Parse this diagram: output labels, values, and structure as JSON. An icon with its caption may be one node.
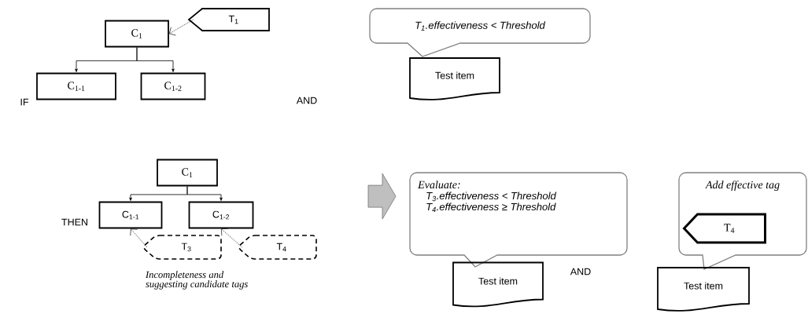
{
  "diagram": {
    "nodes": [
      {
        "text": [
          "C$_{1}$"
        ]
      },
      {
        "text": [
          "T$_{1}$"
        ]
      },
      {
        "text": [
          "C$_{1-1}$"
        ]
      },
      {
        "text": [
          "C$_{1-2}$"
        ]
      },
      {
        "text": [
          "T$_{1}$.effectiveness < Threshold"
        ]
      },
      {
        "text": [
          "Test item"
        ]
      },
      {
        "text": [
          "C$_{1}$"
        ]
      },
      {
        "text": [
          "C$_{1-1}$"
        ]
      },
      {
        "text": [
          "C$_{1-2}$"
        ]
      },
      {
        "text": [
          "T$_{3}$"
        ]
      },
      {
        "text": [
          "T$_{4}$"
        ]
      },
      {
        "text": [
          "Evaluate:",
          "T$_{3}$.effectiveness < Threshold",
          "T$_{4}$.effectiveness ≥ Threshold"
        ]
      },
      {
        "text": [
          "Test item"
        ]
      },
      {
        "text": [
          "Add effective tag"
        ]
      },
      {
        "text": [
          "T$_{4}$"
        ],
        "in": 13
      },
      {
        "text": [
          "Test item"
        ]
      }
    ],
    "edges": [
      {
        "from": 1,
        "to": 0,
        "arrow": "to",
        "style": "dashed"
      },
      {
        "from": 0,
        "to": 2,
        "arrow": "to"
      },
      {
        "from": 0,
        "to": 3,
        "arrow": "to"
      },
      {
        "from": 6,
        "to": 7,
        "arrow": "to"
      },
      {
        "from": 6,
        "to": 8,
        "arrow": "to"
      },
      {
        "from": 9,
        "to": 7,
        "arrow": "to",
        "style": "dashed"
      },
      {
        "from": 10,
        "to": 8,
        "arrow": "to",
        "style": "dashed"
      },
      {
        "from": null,
        "to": 11,
        "arrow": "to",
        "style": "thick",
        "color": "#bfbfbf"
      }
    ],
    "labels": [
      "IF",
      "AND",
      "THEN",
      "AND",
      "Incompleteness and suggesting candidate tags"
    ]
  }
}
